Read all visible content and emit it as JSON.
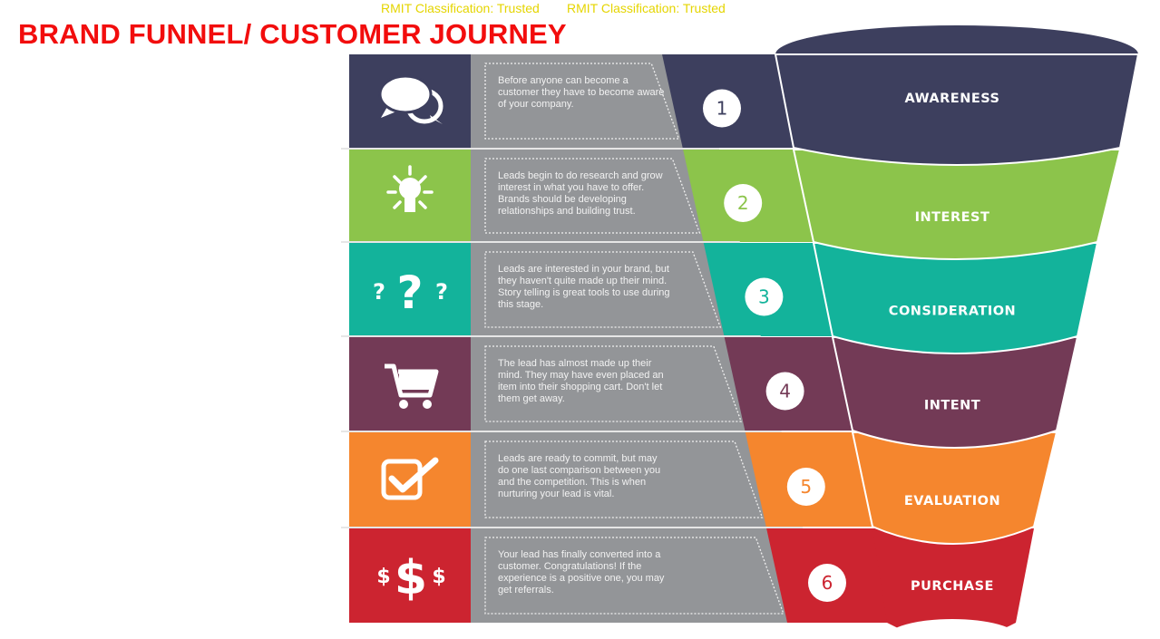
{
  "header": {
    "title": "BRAND FUNNEL/ CUSTOMER JOURNEY",
    "classification": "RMIT Classification: Trusted"
  },
  "stages": [
    {
      "number": "1",
      "label": "AWARENESS",
      "icon": "chat-bubbles-icon",
      "color": "#3d3f5e",
      "description": "Before anyone can become a customer they have to become aware of your company."
    },
    {
      "number": "2",
      "label": "INTEREST",
      "icon": "lightbulb-icon",
      "color": "#8cc44b",
      "description": "Leads begin to do research and grow interest in what you have to offer. Brands should be developing relationships and building trust."
    },
    {
      "number": "3",
      "label": "CONSIDERATION",
      "icon": "question-marks-icon",
      "color": "#13b39b",
      "description": "Leads are interested in your brand, but they haven't quite made up their mind. Story telling is great tools to use during this stage."
    },
    {
      "number": "4",
      "label": "INTENT",
      "icon": "shopping-cart-icon",
      "color": "#733a56",
      "description": "The lead has almost made up their mind. They may have even placed an item into their shopping cart. Don't let them get away."
    },
    {
      "number": "5",
      "label": "EVALUATION",
      "icon": "checkbox-icon",
      "color": "#f5862e",
      "description": "Leads are ready to commit, but may do one last comparison between you and the competition. This is when nurturing your lead is vital."
    },
    {
      "number": "6",
      "label": "PURCHASE",
      "icon": "dollar-signs-icon",
      "color": "#cc2430",
      "description": "Your lead has finally converted into a customer. Congratulations! If the experience is a positive one, you may get referrals."
    }
  ]
}
